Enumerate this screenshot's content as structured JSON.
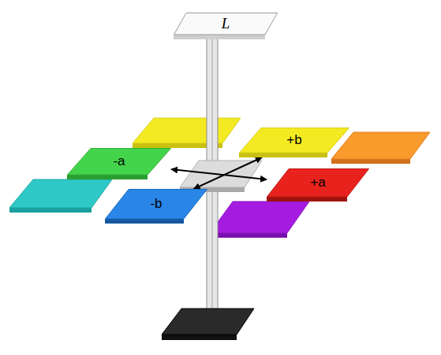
{
  "diagram": {
    "nodes": [
      {
        "text": [
          "L"
        ]
      },
      {
        "text": [
          "+b"
        ]
      },
      {
        "text": [
          "-a"
        ]
      },
      {
        "text": [
          "+a"
        ]
      },
      {
        "text": [
          "-b"
        ]
      }
    ],
    "edges": [
      {
        "from": 2,
        "to": 3,
        "arrow": "both"
      },
      {
        "from": 1,
        "to": 4,
        "arrow": "both"
      }
    ]
  }
}
